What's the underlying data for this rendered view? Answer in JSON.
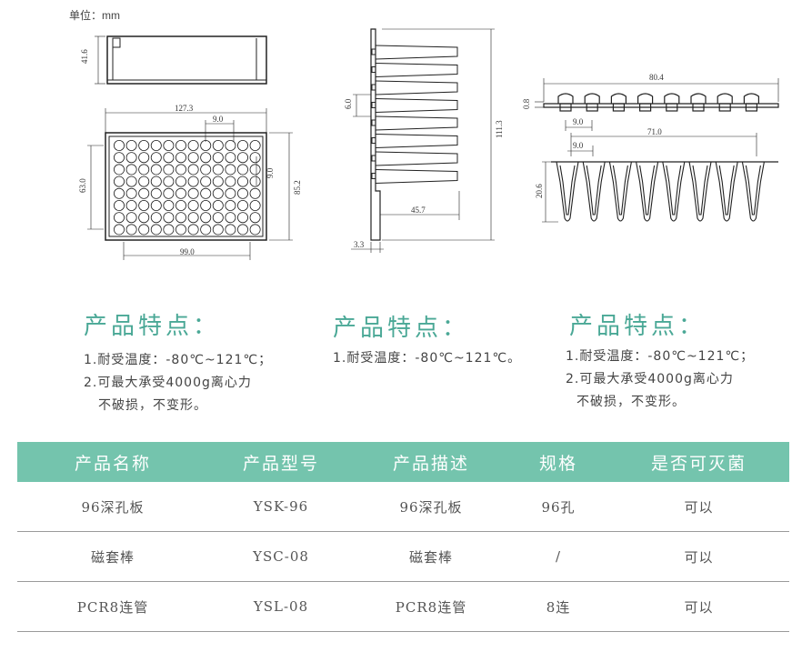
{
  "unit_label": "单位：mm",
  "drawing_dims": {
    "plate_height": "41.6",
    "plate_length": "127.3",
    "plate_pitch": "9.0",
    "plate_pitch_v": "9.0",
    "plate_width": "85.2",
    "plate_inner_height": "63.0",
    "plate_inner_length": "99.0",
    "comb_tip_gap": "6.0",
    "comb_height": "111.3",
    "comb_length": "45.7",
    "comb_thickness": "3.3",
    "strip_length": "80.4",
    "strip_cap_thickness": "0.8",
    "strip_cap_pitch": "9.0",
    "strip_tube_pitch": "9.0",
    "strip_inner_length": "71.0",
    "strip_height": "20.6"
  },
  "features": [
    {
      "title": "产品特点：",
      "lines": [
        "1.耐受温度：-80℃~121℃；",
        "2.可最大承受4000g离心力",
        "不破损，不变形。"
      ]
    },
    {
      "title": "产品特点：",
      "lines": [
        "1.耐受温度：-80℃~121℃。"
      ]
    },
    {
      "title": "产品特点：",
      "lines": [
        "1.耐受温度：-80℃~121℃；",
        "2.可最大承受4000g离心力",
        "不破损，不变形。"
      ]
    }
  ],
  "table": {
    "headers": [
      "产品名称",
      "产品型号",
      "产品描述",
      "规格",
      "是否可灭菌"
    ],
    "rows": [
      [
        "96深孔板",
        "YSK-96",
        "96深孔板",
        "96孔",
        "可以"
      ],
      [
        "磁套棒",
        "YSC-08",
        "磁套棒",
        "/",
        "可以"
      ],
      [
        "PCR8连管",
        "YSL-08",
        "PCR8连管",
        "8连",
        "可以"
      ]
    ]
  },
  "colors": {
    "accent": "#4aa896",
    "header_bg": "#74c4ad"
  }
}
